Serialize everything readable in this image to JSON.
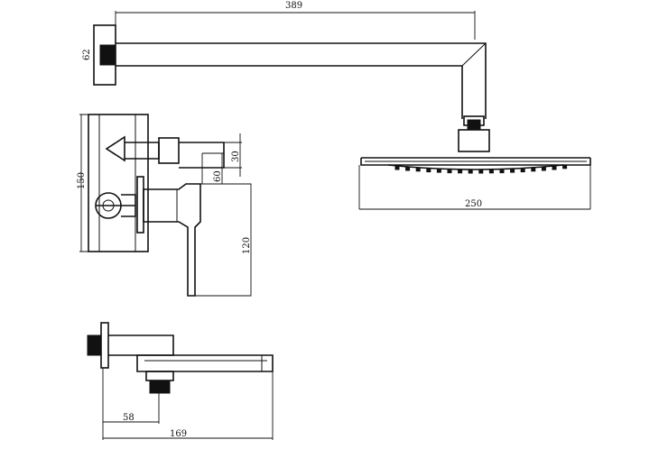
{
  "dimensions": {
    "arm_length": "389",
    "flange_height": "62",
    "mixer_height": "150",
    "mixer_depth_30": "30",
    "mixer_depth_60": "60",
    "handle_length": "120",
    "head_diameter": "250",
    "spout_offset": "58",
    "spout_length": "169"
  }
}
